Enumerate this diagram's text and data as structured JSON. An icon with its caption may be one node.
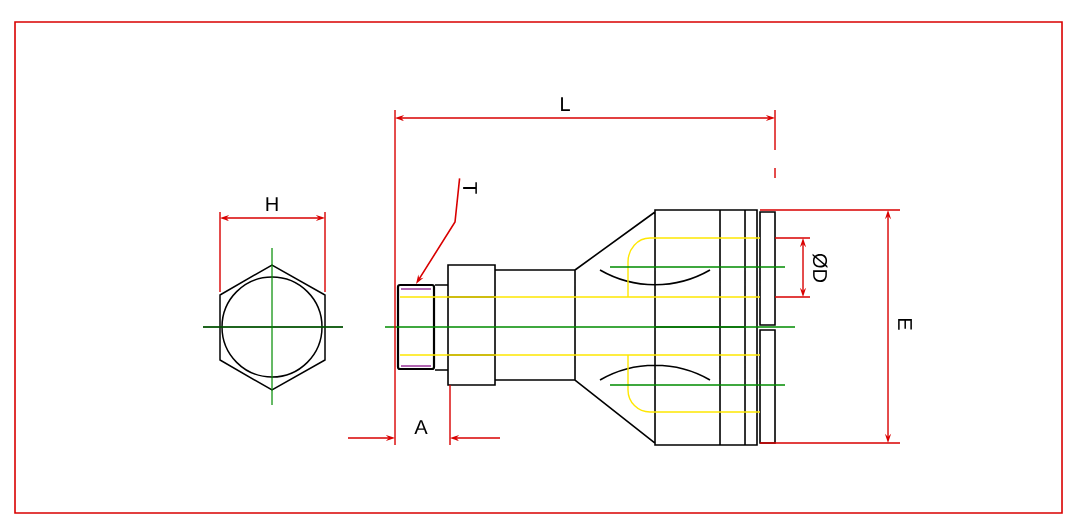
{
  "diagram": {
    "nodes": [
      {
        "text": [
          "T"
        ]
      },
      {
        "text": [],
        "shape": "box"
      }
    ],
    "edges": [
      {
        "from": 0,
        "to": 1,
        "arrow": "to"
      }
    ],
    "labels": [
      "L",
      "H",
      "ØD",
      "E",
      "A"
    ]
  }
}
